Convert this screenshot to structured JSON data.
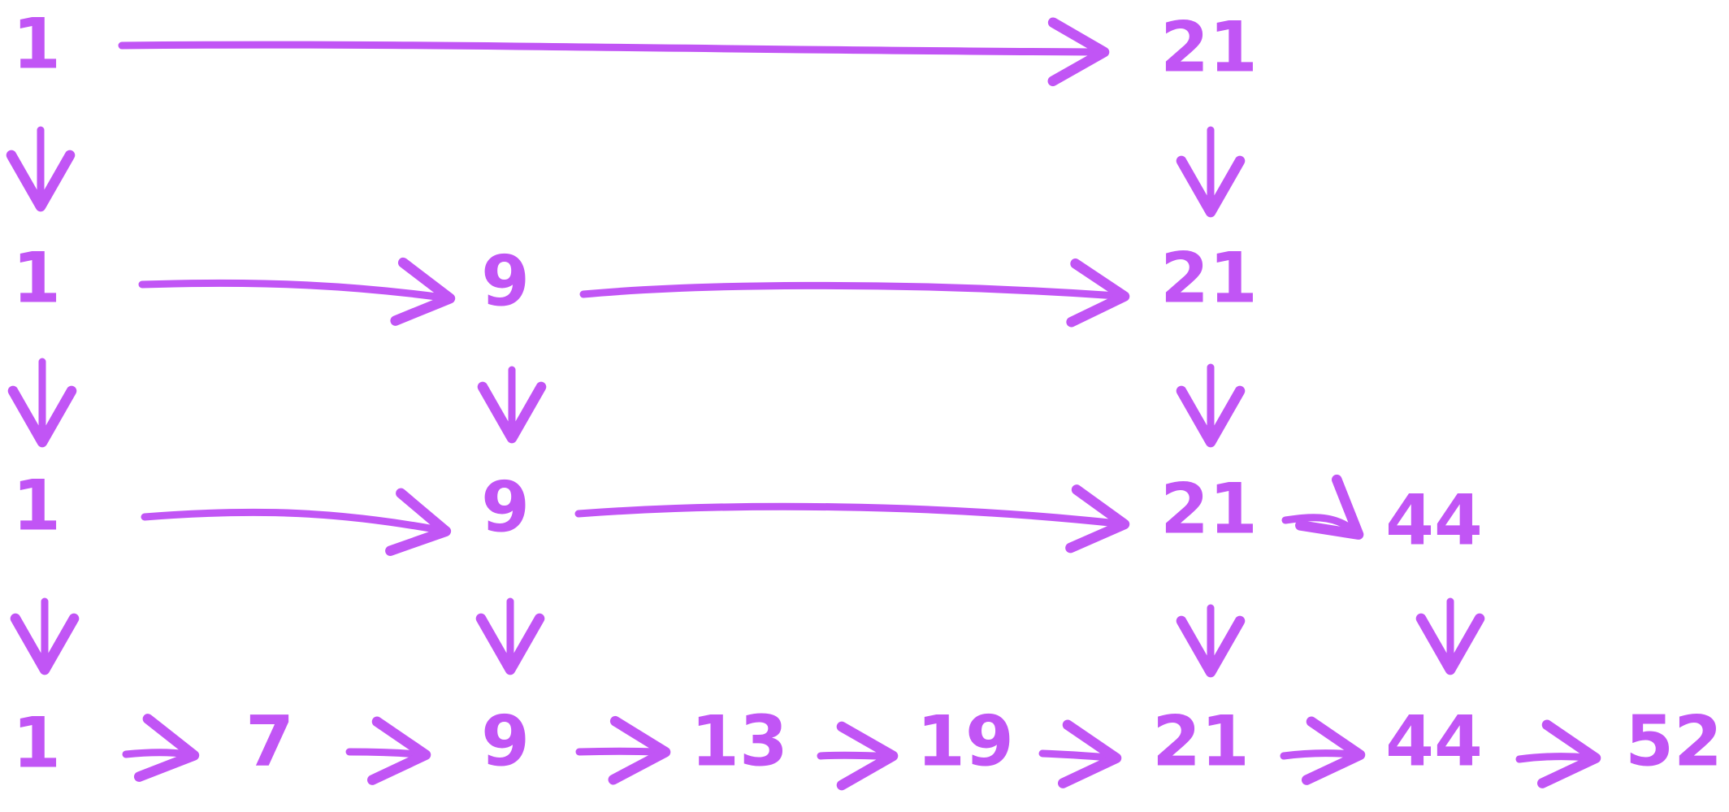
{
  "rows": [
    {
      "id": "row1",
      "items": [
        "1",
        "21"
      ]
    },
    {
      "id": "row2",
      "items": [
        "1",
        "9",
        "21"
      ]
    },
    {
      "id": "row3",
      "items": [
        "1",
        "9",
        "21",
        "44"
      ]
    },
    {
      "id": "row4",
      "items": [
        "1",
        "7",
        "9",
        "13",
        "19",
        "21",
        "44",
        "52"
      ]
    }
  ],
  "colors": {
    "ink": "#c155f5",
    "background": "#ffffff"
  }
}
